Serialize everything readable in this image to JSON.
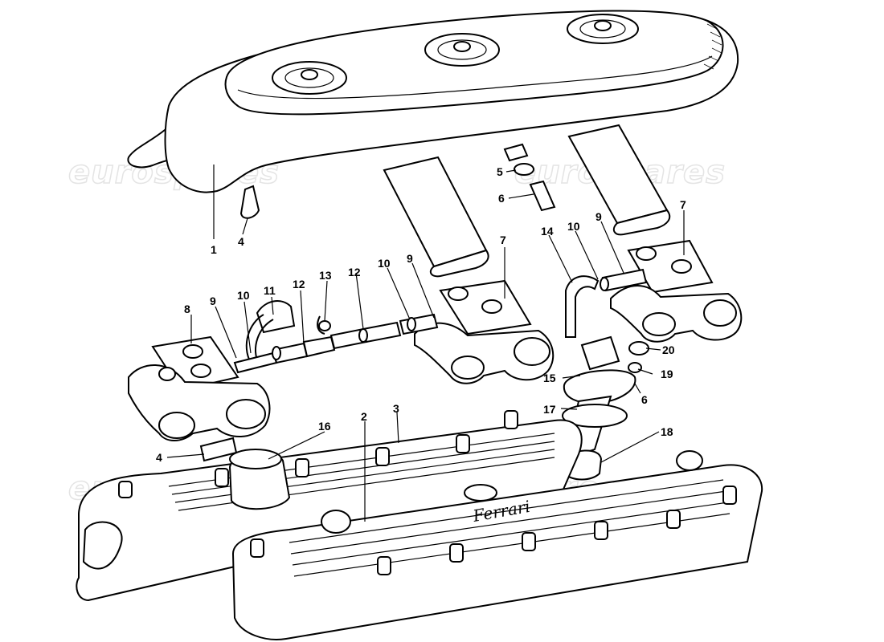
{
  "watermark": "eurospares",
  "brand_mark": "Ferrari",
  "callouts": [
    {
      "id": "c1",
      "text": "1"
    },
    {
      "id": "c2",
      "text": "2"
    },
    {
      "id": "c3",
      "text": "3"
    },
    {
      "id": "c4a",
      "text": "4"
    },
    {
      "id": "c4b",
      "text": "4"
    },
    {
      "id": "c5",
      "text": "5"
    },
    {
      "id": "c6a",
      "text": "6"
    },
    {
      "id": "c6b",
      "text": "6"
    },
    {
      "id": "c7a",
      "text": "7"
    },
    {
      "id": "c7b",
      "text": "7"
    },
    {
      "id": "c8",
      "text": "8"
    },
    {
      "id": "c9a",
      "text": "9"
    },
    {
      "id": "c9b",
      "text": "9"
    },
    {
      "id": "c9c",
      "text": "9"
    },
    {
      "id": "c10a",
      "text": "10"
    },
    {
      "id": "c10b",
      "text": "10"
    },
    {
      "id": "c10c",
      "text": "10"
    },
    {
      "id": "c11",
      "text": "11"
    },
    {
      "id": "c12a",
      "text": "12"
    },
    {
      "id": "c12b",
      "text": "12"
    },
    {
      "id": "c13",
      "text": "13"
    },
    {
      "id": "c14",
      "text": "14"
    },
    {
      "id": "c15",
      "text": "15"
    },
    {
      "id": "c16",
      "text": "16"
    },
    {
      "id": "c17",
      "text": "17"
    },
    {
      "id": "c18",
      "text": "18"
    },
    {
      "id": "c19",
      "text": "19"
    },
    {
      "id": "c20",
      "text": "20"
    }
  ]
}
